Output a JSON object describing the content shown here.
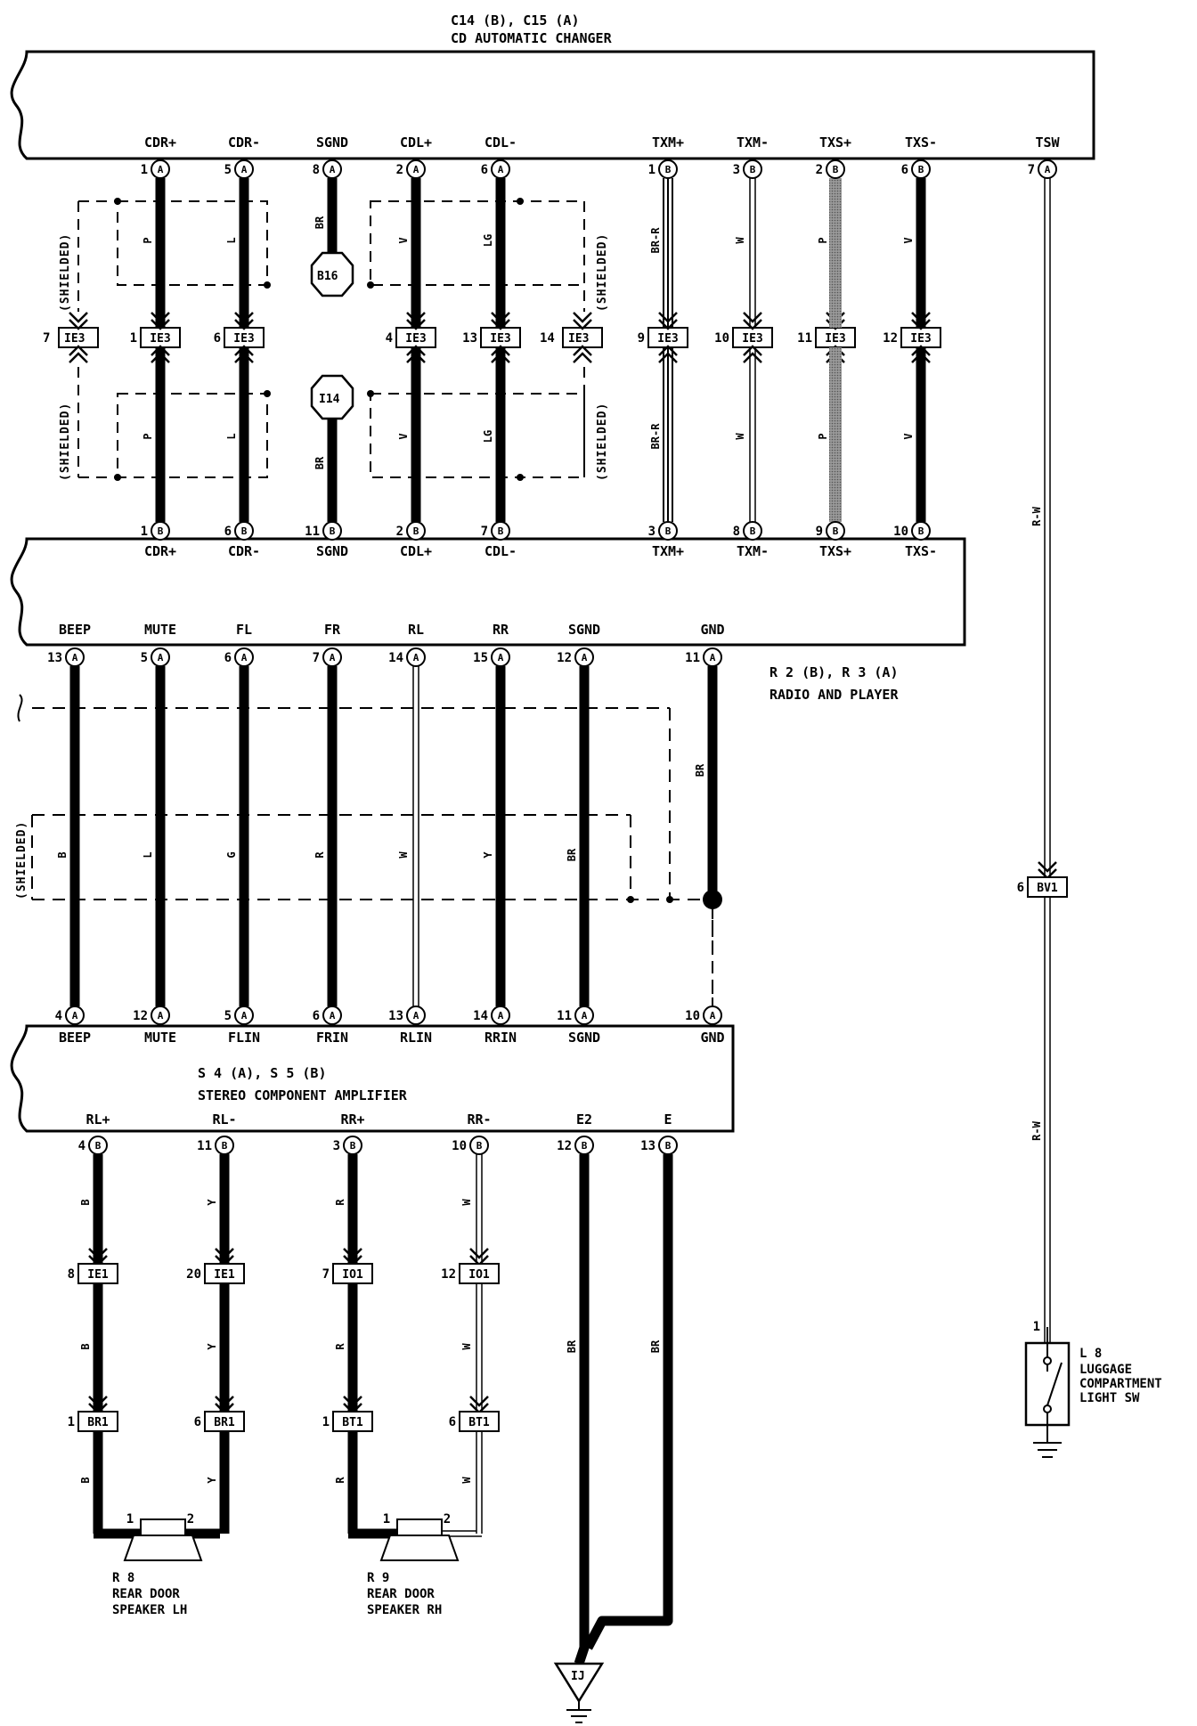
{
  "components": {
    "cd_changer": {
      "code": "C14 (B), C15 (A)",
      "name": "CD AUTOMATIC CHANGER"
    },
    "radio": {
      "code": "R 2 (B), R 3 (A)",
      "name": "RADIO AND PLAYER"
    },
    "amplifier": {
      "code": "S 4 (A), S 5 (B)",
      "name": "STEREO COMPONENT AMPLIFIER"
    },
    "speaker_lh": {
      "code": "R 8",
      "name1": "REAR DOOR",
      "name2": "SPEAKER LH"
    },
    "speaker_rh": {
      "code": "R 9",
      "name1": "REAR DOOR",
      "name2": "SPEAKER RH"
    },
    "luggage_sw": {
      "code": "L 8",
      "name1": "LUGGAGE",
      "name2": "COMPARTMENT",
      "name3": "LIGHT SW"
    }
  },
  "shield_label": "(SHIELDED)",
  "junctions": {
    "b16": "B16",
    "i14": "I14"
  },
  "ground_label": "IJ",
  "cd_wires": [
    {
      "top_label": "CDR+",
      "top_pin": "1",
      "top_conn": "A",
      "color": "P",
      "ie3": "1",
      "bot_pin": "1",
      "bot_conn": "B",
      "bot_label": "CDR+"
    },
    {
      "top_label": "CDR-",
      "top_pin": "5",
      "top_conn": "A",
      "color": "L",
      "ie3": "6",
      "bot_pin": "6",
      "bot_conn": "B",
      "bot_label": "CDR-"
    },
    {
      "top_label": "SGND",
      "top_pin": "8",
      "top_conn": "A",
      "color": "BR",
      "ie3": "",
      "bot_pin": "11",
      "bot_conn": "B",
      "bot_label": "SGND"
    },
    {
      "top_label": "CDL+",
      "top_pin": "2",
      "top_conn": "A",
      "color": "V",
      "ie3": "4",
      "bot_pin": "2",
      "bot_conn": "B",
      "bot_label": "CDL+"
    },
    {
      "top_label": "CDL-",
      "top_pin": "6",
      "top_conn": "A",
      "color": "LG",
      "ie3": "13",
      "bot_pin": "7",
      "bot_conn": "B",
      "bot_label": "CDL-"
    },
    {
      "top_label": "TXM+",
      "top_pin": "1",
      "top_conn": "B",
      "color": "BR-R",
      "ie3": "9",
      "bot_pin": "3",
      "bot_conn": "B",
      "bot_label": "TXM+"
    },
    {
      "top_label": "TXM-",
      "top_pin": "3",
      "top_conn": "B",
      "color": "W",
      "ie3": "10",
      "bot_pin": "8",
      "bot_conn": "B",
      "bot_label": "TXM-"
    },
    {
      "top_label": "TXS+",
      "top_pin": "2",
      "top_conn": "B",
      "color": "P",
      "ie3": "11",
      "bot_pin": "9",
      "bot_conn": "B",
      "bot_label": "TXS+"
    },
    {
      "top_label": "TXS-",
      "top_pin": "6",
      "top_conn": "B",
      "color": "V",
      "ie3": "12",
      "bot_pin": "10",
      "bot_conn": "B",
      "bot_label": "TXS-"
    }
  ],
  "shield_ie3": {
    "left": "7",
    "right": "14",
    "conn": "IE3"
  },
  "tsw": {
    "label": "TSW",
    "pin": "7",
    "conn": "A",
    "color": "R-W",
    "bv1_pin": "6",
    "bv1": "BV1",
    "sw_pin": "1"
  },
  "radio_wires": [
    {
      "label": "BEEP",
      "pin": "13",
      "conn": "A",
      "color": "B",
      "amp_pin": "4",
      "amp_conn": "A",
      "amp_label": "BEEP"
    },
    {
      "label": "MUTE",
      "pin": "5",
      "conn": "A",
      "color": "L",
      "amp_pin": "12",
      "amp_conn": "A",
      "amp_label": "MUTE"
    },
    {
      "label": "FL",
      "pin": "6",
      "conn": "A",
      "color": "G",
      "amp_pin": "5",
      "amp_conn": "A",
      "amp_label": "FLIN"
    },
    {
      "label": "FR",
      "pin": "7",
      "conn": "A",
      "color": "R",
      "amp_pin": "6",
      "amp_conn": "A",
      "amp_label": "FRIN"
    },
    {
      "label": "RL",
      "pin": "14",
      "conn": "A",
      "color": "W",
      "amp_pin": "13",
      "amp_conn": "A",
      "amp_label": "RLIN"
    },
    {
      "label": "RR",
      "pin": "15",
      "conn": "A",
      "color": "Y",
      "amp_pin": "14",
      "amp_conn": "A",
      "amp_label": "RRIN"
    },
    {
      "label": "SGND",
      "pin": "12",
      "conn": "A",
      "color": "BR",
      "amp_pin": "11",
      "amp_conn": "A",
      "amp_label": "SGND"
    },
    {
      "label": "GND",
      "pin": "11",
      "conn": "A",
      "color": "BR",
      "amp_pin": "10",
      "amp_conn": "A",
      "amp_label": "GND"
    }
  ],
  "amp_outputs": [
    {
      "label": "RL+",
      "pin": "4",
      "conn": "B",
      "color1": "B",
      "mid_pin": "8",
      "mid_conn": "IE1",
      "color2": "B",
      "bot_pin": "1",
      "bot_conn": "BR1",
      "color3": "B",
      "spk_pin": "1"
    },
    {
      "label": "RL-",
      "pin": "11",
      "conn": "B",
      "color1": "Y",
      "mid_pin": "20",
      "mid_conn": "IE1",
      "color2": "Y",
      "bot_pin": "6",
      "bot_conn": "BR1",
      "color3": "Y",
      "spk_pin": "2"
    },
    {
      "label": "RR+",
      "pin": "3",
      "conn": "B",
      "color1": "R",
      "mid_pin": "7",
      "mid_conn": "IO1",
      "color2": "R",
      "bot_pin": "1",
      "bot_conn": "BT1",
      "color3": "R",
      "spk_pin": "1"
    },
    {
      "label": "RR-",
      "pin": "10",
      "conn": "B",
      "color1": "W",
      "mid_pin": "12",
      "mid_conn": "IO1",
      "color2": "W",
      "bot_pin": "6",
      "bot_conn": "BT1",
      "color3": "W",
      "spk_pin": "2"
    }
  ],
  "amp_grounds": [
    {
      "label": "E2",
      "pin": "12",
      "conn": "B",
      "color": "BR"
    },
    {
      "label": "E",
      "pin": "13",
      "conn": "B",
      "color": "BR"
    }
  ]
}
